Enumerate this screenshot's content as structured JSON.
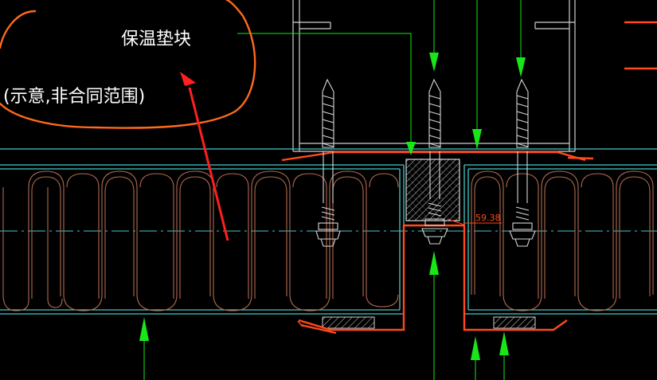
{
  "annotation": {
    "title": "保温垫块",
    "subtitle": "(示意,非合同范围)"
  },
  "dimension": {
    "value": "59.38"
  },
  "colors": {
    "background": "#000000",
    "cyan": "#46c8c8",
    "orange": "#ff4a1c",
    "green": "#19e619",
    "white": "#ffffff",
    "brown": "#b06a50",
    "red": "#ff2020"
  }
}
